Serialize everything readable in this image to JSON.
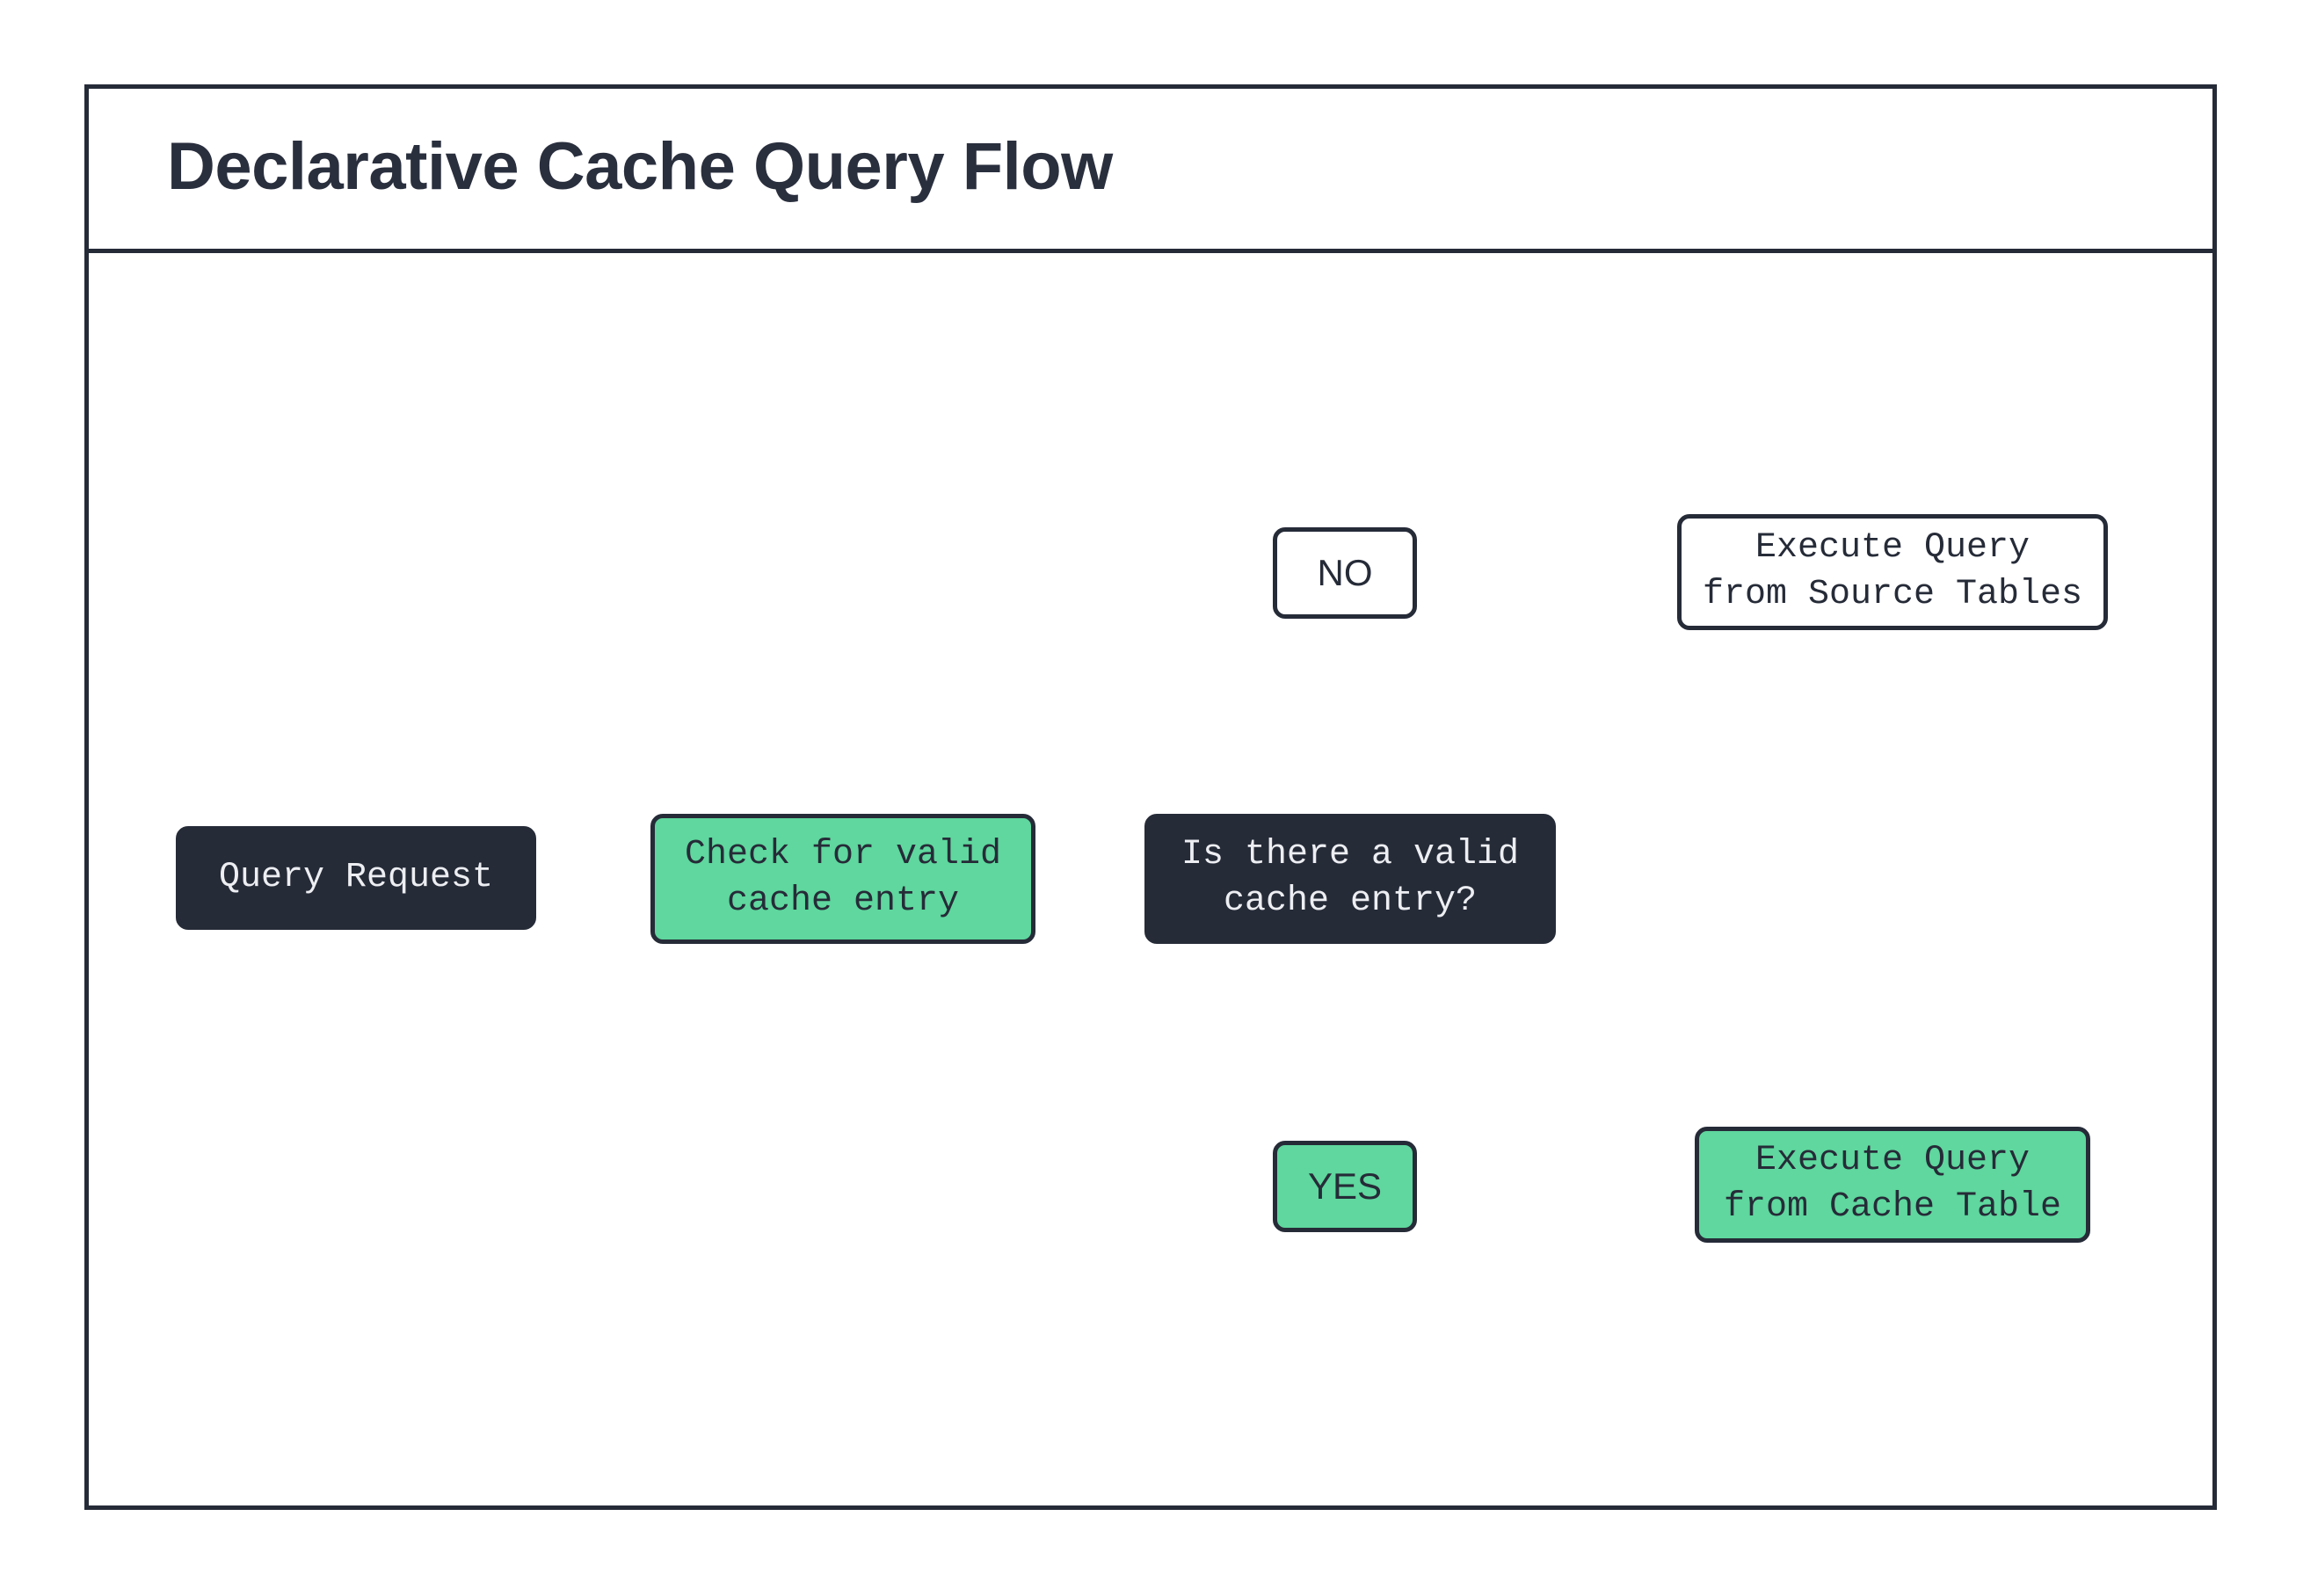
{
  "header": {
    "title": "Declarative Cache Query Flow"
  },
  "flow": {
    "nodes": {
      "query_request": {
        "label": "Query Request",
        "style": "dark"
      },
      "check_cache": {
        "label": "Check for valid\ncache entry",
        "style": "green"
      },
      "decision": {
        "label": "Is there a valid\ncache entry?",
        "style": "dark"
      },
      "execute_source": {
        "label": "Execute Query\nfrom Source Tables",
        "style": "white"
      },
      "execute_cache": {
        "label": "Execute Query\nfrom Cache Table",
        "style": "green"
      }
    },
    "branches": {
      "no": {
        "label": "NO",
        "style": "white"
      },
      "yes": {
        "label": "YES",
        "style": "green"
      }
    },
    "datastores": {
      "source_tables": {
        "name": "source-tables-database-cylinder"
      },
      "cache_table": {
        "name": "cache-table-database-cylinder"
      }
    }
  },
  "colors": {
    "ink": "#262b38",
    "accent_green": "#5fd79e",
    "surface": "#ffffff",
    "title": "#2a2f3e"
  }
}
